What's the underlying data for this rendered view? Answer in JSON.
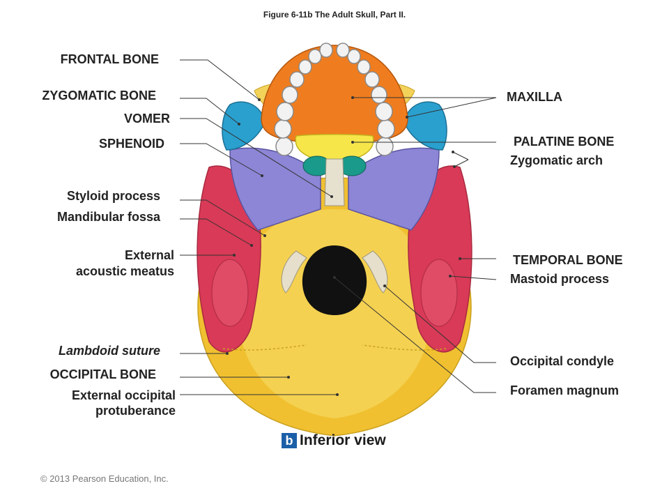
{
  "figure_title": "Figure 6-11b  The Adult Skull, Part II.",
  "view": {
    "badge": "b",
    "text": "Inferior view"
  },
  "copyright": "© 2013 Pearson Education, Inc.",
  "labels_left": [
    {
      "key": "frontal-bone",
      "lines": [
        "FRONTAL BONE"
      ]
    },
    {
      "key": "zygomatic-bone",
      "lines": [
        "ZYGOMATIC BONE"
      ]
    },
    {
      "key": "vomer",
      "lines": [
        "VOMER"
      ]
    },
    {
      "key": "sphenoid",
      "lines": [
        "SPHENOID"
      ]
    },
    {
      "key": "styloid-process",
      "lines": [
        "Styloid process"
      ]
    },
    {
      "key": "mandibular-fossa",
      "lines": [
        "Mandibular fossa"
      ]
    },
    {
      "key": "external-acoustic-meatus",
      "lines": [
        "External",
        "acoustic meatus"
      ]
    },
    {
      "key": "lambdoid-suture",
      "lines": [
        "Lambdoid suture"
      ]
    },
    {
      "key": "occipital-bone",
      "lines": [
        "OCCIPITAL BONE"
      ]
    },
    {
      "key": "external-occipital-protuberance",
      "lines": [
        "External occipital",
        "protuberance"
      ]
    }
  ],
  "labels_right": [
    {
      "key": "maxilla",
      "lines": [
        "MAXILLA"
      ]
    },
    {
      "key": "palatine-bone",
      "lines": [
        "PALATINE BONE"
      ]
    },
    {
      "key": "zygomatic-arch",
      "lines": [
        "Zygomatic arch"
      ]
    },
    {
      "key": "temporal-bone",
      "lines": [
        "TEMPORAL BONE"
      ]
    },
    {
      "key": "mastoid-process",
      "lines": [
        "Mastoid process"
      ]
    },
    {
      "key": "occipital-condyle",
      "lines": [
        "Occipital condyle"
      ]
    },
    {
      "key": "foramen-magnum",
      "lines": [
        "Foramen magnum"
      ]
    }
  ],
  "colors": {
    "frontal": "#f3d25a",
    "maxilla": "#ef7d1f",
    "zygomatic": "#2aa0cf",
    "palatine": "#f6e64a",
    "vomer": "#e6e0cf",
    "sphenoid": "#8d86d6",
    "temporal": "#d93a57",
    "occipital": "#f0c030",
    "condyle": "#e6dfcc",
    "teeth": "#f2f2f2",
    "choanae": "#1a9a8a",
    "leader_lines": "#333333",
    "view_badge": "#1b5fa8"
  }
}
